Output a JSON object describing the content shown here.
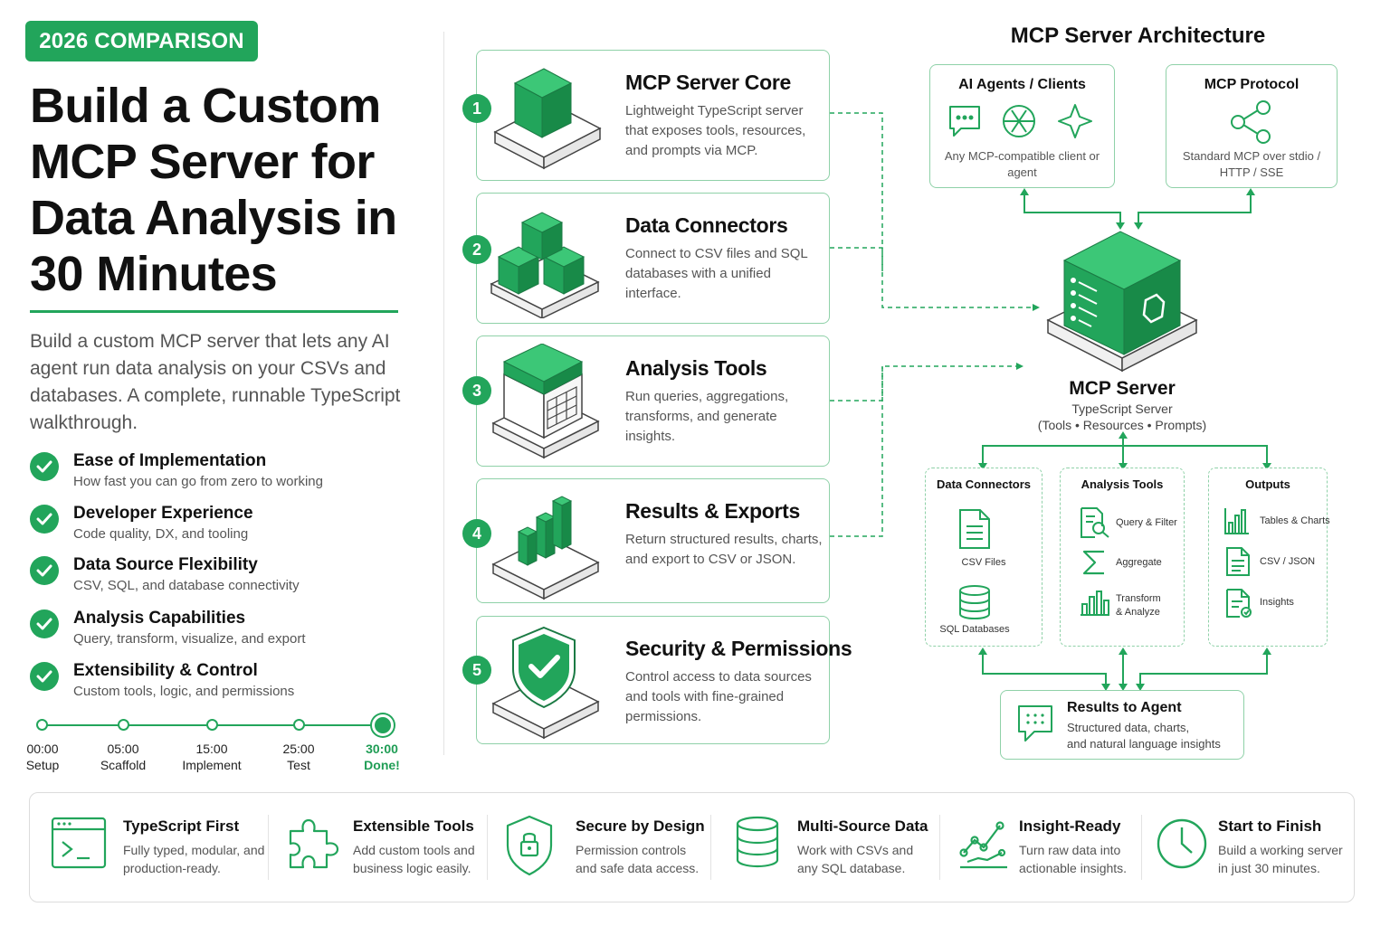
{
  "badge": "2026 COMPARISON",
  "title": "Build a Custom MCP Server for Data Analysis in 30 Minutes",
  "intro": "Build a custom MCP server that lets any AI agent run data analysis on your CSVs and databases. A complete, runnable TypeScript walkthrough.",
  "criteria": [
    {
      "title": "Ease of Implementation",
      "sub": "How fast you can go from zero to working"
    },
    {
      "title": "Developer Experience",
      "sub": "Code quality, DX, and tooling"
    },
    {
      "title": "Data Source Flexibility",
      "sub": "CSV, SQL, and database connectivity"
    },
    {
      "title": "Analysis Capabilities",
      "sub": "Query, transform, visualize, and export"
    },
    {
      "title": "Extensibility & Control",
      "sub": "Custom tools, logic, and permissions"
    }
  ],
  "timeline": [
    {
      "time": "00:00",
      "label": "Setup"
    },
    {
      "time": "05:00",
      "label": "Scaffold"
    },
    {
      "time": "15:00",
      "label": "Implement"
    },
    {
      "time": "25:00",
      "label": "Test"
    },
    {
      "time": "30:00",
      "label": "Done!"
    }
  ],
  "steps": [
    {
      "num": "1",
      "title": "MCP Server Core",
      "desc": "Lightweight TypeScript server that exposes tools, resources, and prompts via MCP."
    },
    {
      "num": "2",
      "title": "Data Connectors",
      "desc": "Connect to CSV files and SQL databases with a unified interface."
    },
    {
      "num": "3",
      "title": "Analysis Tools",
      "desc": "Run queries, aggregations, transforms, and generate insights."
    },
    {
      "num": "4",
      "title": "Results & Exports",
      "desc": "Return structured results, charts, and export to CSV or JSON."
    },
    {
      "num": "5",
      "title": "Security & Permissions",
      "desc": "Control access to data sources and tools with fine-grained permissions."
    }
  ],
  "architecture": {
    "title": "MCP Server Architecture",
    "clients": {
      "title": "AI Agents / Clients",
      "sub": "Any MCP-compatible client or agent"
    },
    "protocol": {
      "title": "MCP Protocol",
      "sub": "Standard MCP over stdio / HTTP / SSE"
    },
    "server": {
      "title": "MCP Server",
      "sub1": "TypeScript Server",
      "sub2": "(Tools • Resources • Prompts)"
    },
    "connectors": {
      "title": "Data Connectors",
      "items": [
        "CSV Files",
        "SQL Databases"
      ]
    },
    "analysis": {
      "title": "Analysis Tools",
      "items": [
        "Query & Filter",
        "Aggregate",
        "Transform",
        "& Analyze"
      ]
    },
    "outputs": {
      "title": "Outputs",
      "items": [
        "Tables & Charts",
        "CSV / JSON",
        "Insights"
      ]
    },
    "results": {
      "title": "Results to Agent",
      "sub1": "Structured data, charts,",
      "sub2": "and natural language insights"
    }
  },
  "features": [
    {
      "icon": "terminal-icon",
      "title": "TypeScript First",
      "desc": "Fully typed, modular, and production-ready."
    },
    {
      "icon": "puzzle-icon",
      "title": "Extensible Tools",
      "desc": "Add custom tools and business logic easily."
    },
    {
      "icon": "shield-lock-icon",
      "title": "Secure by Design",
      "desc": "Permission controls and safe data access."
    },
    {
      "icon": "database-icon",
      "title": "Multi-Source Data",
      "desc": "Work with CSVs and any SQL database."
    },
    {
      "icon": "trend-chart-icon",
      "title": "Insight-Ready",
      "desc": "Turn raw data into actionable insights."
    },
    {
      "icon": "clock-icon",
      "title": "Start to Finish",
      "desc": "Build a working server in just 30 minutes."
    }
  ],
  "colors": {
    "accent": "#22a55b",
    "border": "#8fd1a8",
    "text": "#111111",
    "muted": "#555555"
  }
}
